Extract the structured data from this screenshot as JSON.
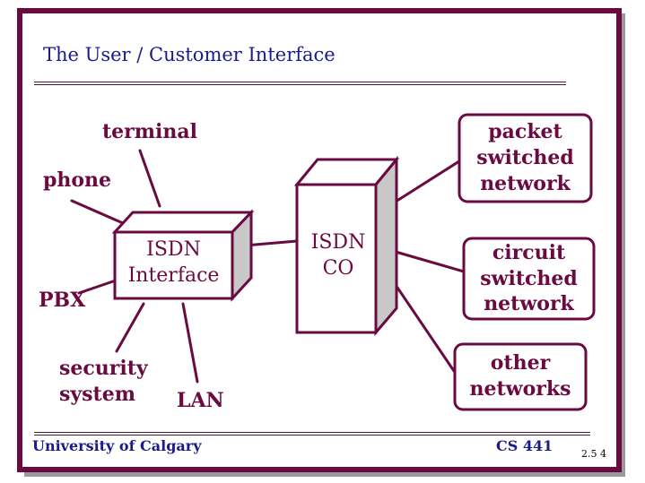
{
  "title": "The User / Customer Interface",
  "devices": {
    "terminal": "terminal",
    "phone": "phone",
    "pbx": "PBX",
    "security_line1": "security",
    "security_line2": "system",
    "lan": "LAN"
  },
  "isdn_interface": {
    "line1": "ISDN",
    "line2": "Interface"
  },
  "isdn_co": {
    "line1": "ISDN",
    "line2": "CO"
  },
  "networks": {
    "packet": [
      "packet",
      "switched",
      "network"
    ],
    "circuit": [
      "circuit",
      "switched",
      "network"
    ],
    "other": [
      "other",
      "networks"
    ]
  },
  "footer": {
    "university": "University of Calgary",
    "course": "CS 441",
    "page": "2.5  4"
  },
  "colors": {
    "frame": "#6a0a40",
    "title": "#1a1a8c",
    "box_side": "#c8c8c8"
  }
}
